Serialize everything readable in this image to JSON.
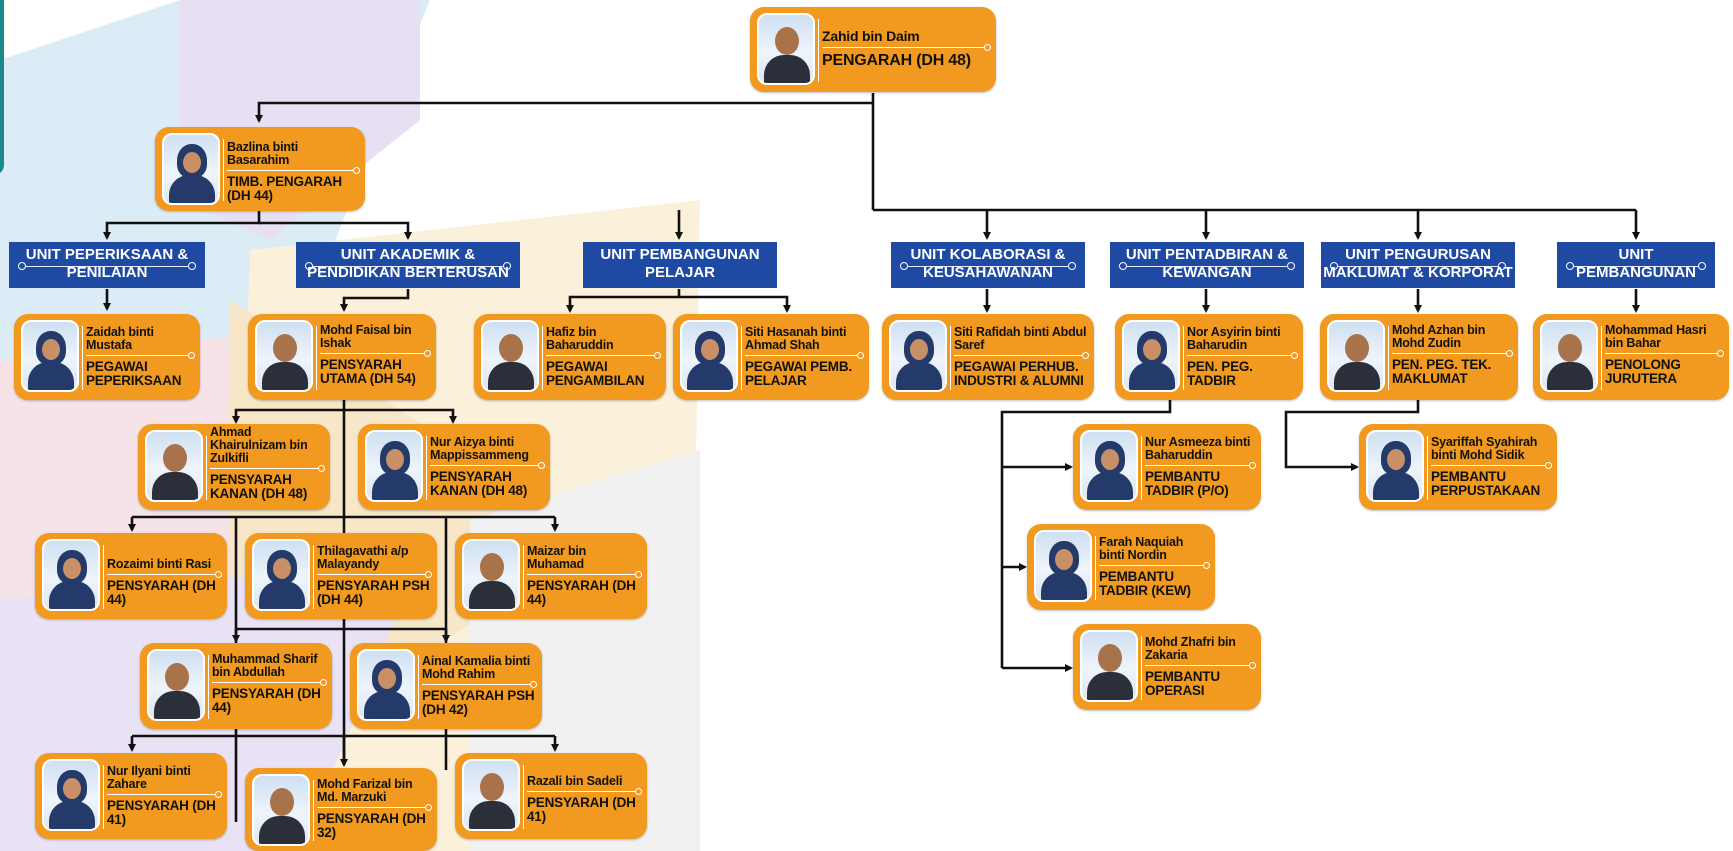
{
  "top": {
    "name": "Zahid bin Daim",
    "role": "PENGARAH (DH 48)"
  },
  "deputy": {
    "name": "Bazlina binti Basarahim",
    "role": "TIMB. PENGARAH (DH 44)"
  },
  "units": [
    {
      "line1": "UNIT PEPERIKSAAN &",
      "line2": "PENILAIAN"
    },
    {
      "line1": "UNIT AKADEMIK &",
      "line2": "PENDIDIKAN BERTERUSAN"
    },
    {
      "line1": "UNIT PEMBANGUNAN",
      "line2": "PELAJAR"
    },
    {
      "line1": "UNIT KOLABORASI &",
      "line2": "KEUSAHAWANAN"
    },
    {
      "line1": "UNIT PENTADBIRAN &",
      "line2": "KEWANGAN"
    },
    {
      "line1": "UNIT PENGURUSAN",
      "line2": "MAKLUMAT & KORPORAT"
    },
    {
      "line1": "UNIT",
      "line2": "PEMBANGUNAN"
    }
  ],
  "staff": {
    "zaidah": {
      "name": "Zaidah binti Mustafa",
      "role": "PEGAWAI PEPERIKSAAN"
    },
    "faisal": {
      "name": "Mohd Faisal bin Ishak",
      "role": "PENSYARAH UTAMA (DH 54)"
    },
    "hafiz": {
      "name": "Hafiz bin Baharuddin",
      "role": "PEGAWAI PENGAMBILAN"
    },
    "hasanah": {
      "name": "Siti Hasanah binti Ahmad Shah",
      "role": "PEGAWAI PEMB. PELAJAR"
    },
    "rafidah": {
      "name": "Siti Rafidah binti Abdul Saref",
      "role": "PEGAWAI PERHUB. INDUSTRI & ALUMNI"
    },
    "asyirin": {
      "name": "Nor Asyirin binti Baharudin",
      "role": "PEN. PEG. TADBIR"
    },
    "azhan": {
      "name": "Mohd Azhan bin Mohd Zudin",
      "role": "PEN. PEG. TEK. MAKLUMAT"
    },
    "hasri": {
      "name": "Mohammad Hasri bin Bahar",
      "role": "PENOLONG JURUTERA"
    },
    "ahmad": {
      "name": "Ahmad Khairulnizam bin Zulkifli",
      "role": "PENSYARAH KANAN (DH 48)"
    },
    "aizya": {
      "name": "Nur Aizya binti Mappissammeng",
      "role": "PENSYARAH KANAN (DH 48)"
    },
    "rozaimi": {
      "name": "Rozaimi binti Rasi",
      "role": "PENSYARAH (DH 44)"
    },
    "thila": {
      "name": "Thilagavathi a/p Malayandy",
      "role": "PENSYARAH PSH (DH 44)"
    },
    "maizar": {
      "name": "Maizar bin Muhamad",
      "role": "PENSYARAH (DH 44)"
    },
    "sharif": {
      "name": "Muhammad Sharif bin Abdullah",
      "role": "PENSYARAH (DH 44)"
    },
    "ainal": {
      "name": "Ainal Kamalia binti Mohd Rahim",
      "role": "PENSYARAH PSH (DH 42)"
    },
    "ilyani": {
      "name": "Nur Ilyani binti Zahare",
      "role": "PENSYARAH (DH 41)"
    },
    "farizal": {
      "name": "Mohd Farizal bin Md. Marzuki",
      "role": "PENSYARAH (DH 32)"
    },
    "razali": {
      "name": "Razali bin Sadeli",
      "role": "PENSYARAH (DH 41)"
    },
    "asmeeza": {
      "name": "Nur Asmeeza binti Baharuddin",
      "role": "PEMBANTU TADBIR (P/O)"
    },
    "farah": {
      "name": "Farah Naquiah binti Nordin",
      "role": "PEMBANTU TADBIR (KEW)"
    },
    "zhafri": {
      "name": "Mohd Zhafri bin Zakaria",
      "role": "PEMBANTU OPERASI"
    },
    "syariffah": {
      "name": "Syariffah Syahirah binti Mohd Sidik",
      "role": "PEMBANTU PERPUSTAKAAN"
    }
  },
  "colors": {
    "card": "#f29a1f",
    "unit": "#1e4aa3",
    "line": "#111111"
  }
}
